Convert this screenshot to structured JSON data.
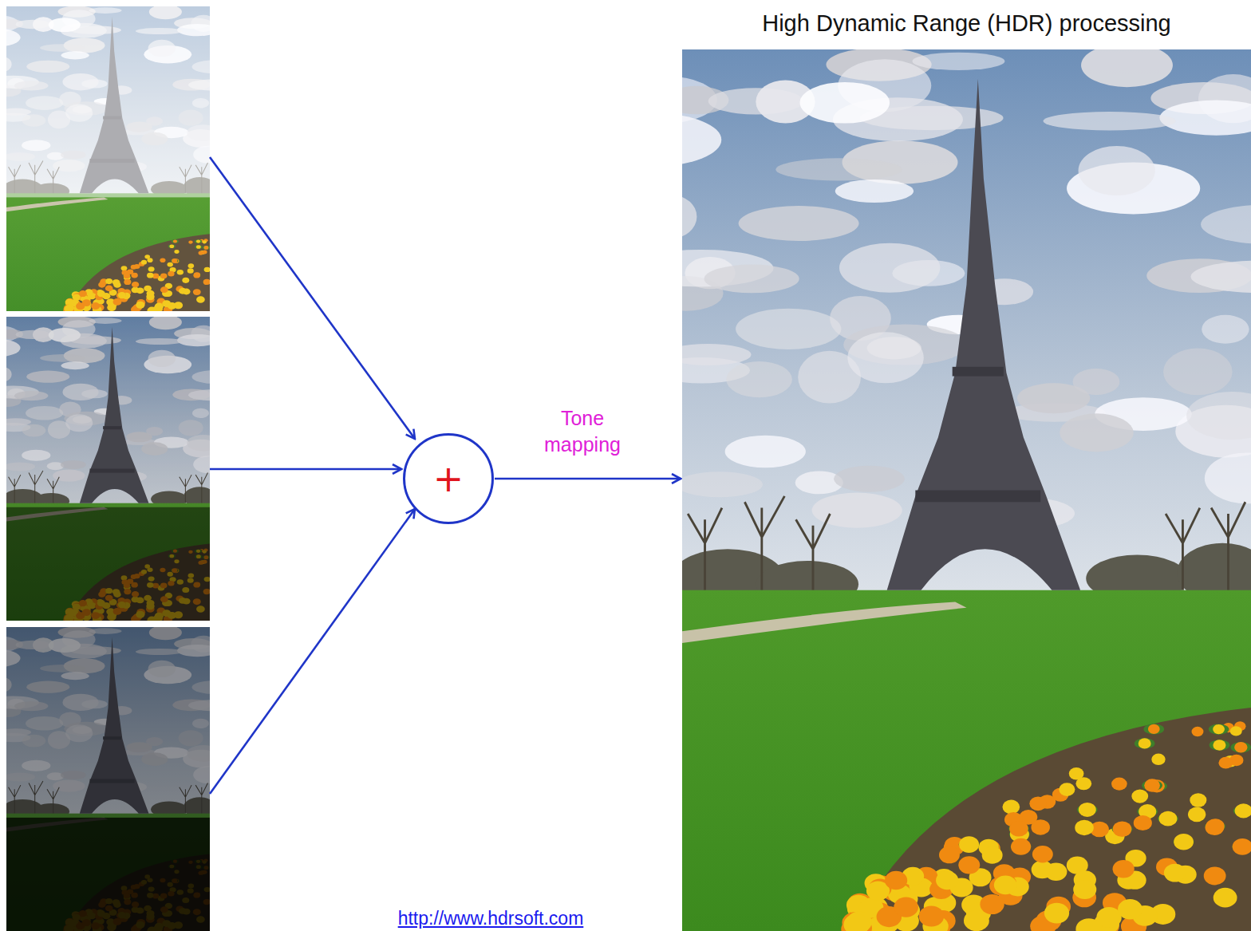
{
  "diagram": {
    "title": "High Dynamic Range (HDR) processing",
    "nodes": [
      {
        "text": [
          "+"
        ]
      }
    ],
    "labels": [
      "Tone mapping",
      "http://www.hdrsoft.com"
    ]
  }
}
